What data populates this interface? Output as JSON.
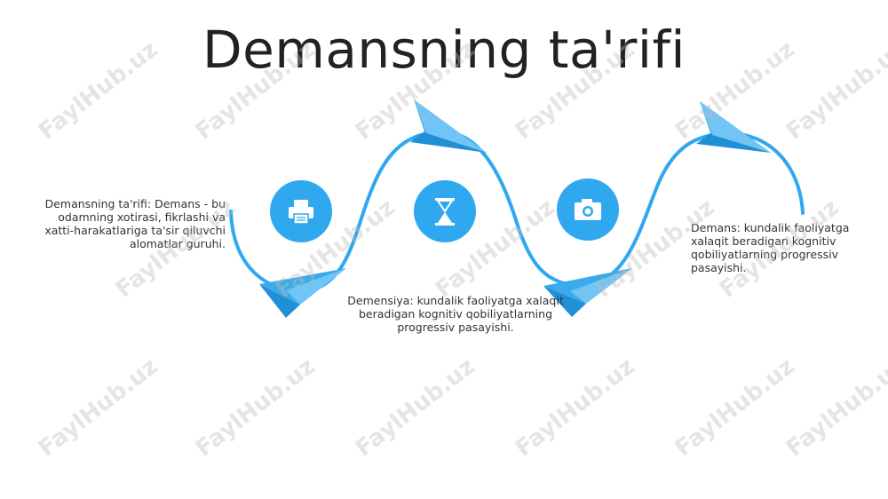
{
  "slide": {
    "title": "Demansning ta'rifi",
    "accent_color": "#2fa8f0",
    "plane_colors": [
      "#3aabe9",
      "#1f8fd6",
      "#7fcaf5"
    ],
    "icons": [
      {
        "name": "printer-icon"
      },
      {
        "name": "hourglass-icon"
      },
      {
        "name": "camera-icon"
      }
    ],
    "descriptions": {
      "left": "Demansning ta'rifi: Demans - bu odamning xotirasi, fikrlashi va xatti-harakatlariga ta'sir qiluvchi alomatlar guruhi.",
      "center": "Demensiya: kundalik faoliyatga xalaqit beradigan kognitiv qobiliyatlarning progressiv pasayishi.",
      "right": "Demans: kundalik faoliyatga xalaqit beradigan kognitiv qobiliyatlarning progressiv pasayishi."
    },
    "watermark": "FaylHub.uz"
  }
}
